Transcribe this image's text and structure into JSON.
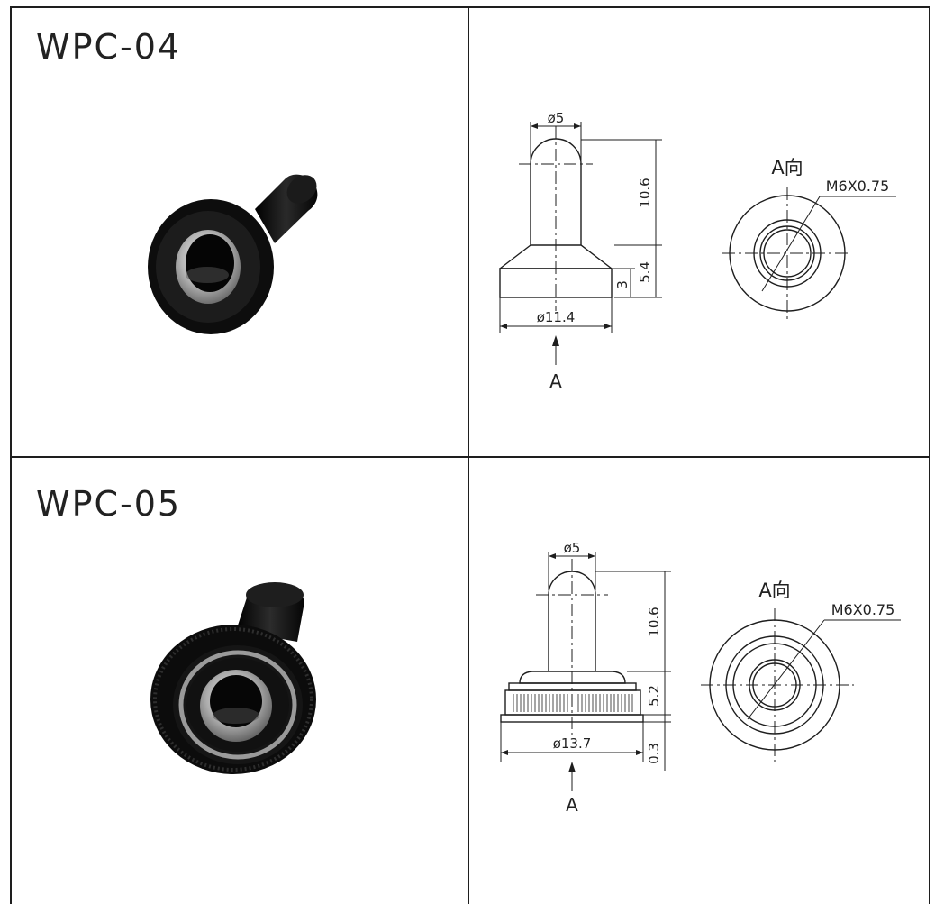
{
  "products": [
    {
      "model": "WPC-04",
      "drawing": {
        "top_diameter": "ø5",
        "height_label": "10.6",
        "base_height_label": "5.4",
        "flange_height_label": "3",
        "base_diameter": "ø11.4",
        "view_arrow_label": "A",
        "view_label": "A向",
        "thread_label": "M6X0.75"
      }
    },
    {
      "model": "WPC-05",
      "drawing": {
        "top_diameter": "ø5",
        "height_label": "10.6",
        "base_height_label": "5.2",
        "flange_height_label": "0.3",
        "base_diameter": "ø13.7",
        "view_arrow_label": "A",
        "view_label": "A向",
        "thread_label": "M6X0.75"
      }
    }
  ],
  "colors": {
    "line": "#1e1e1e",
    "rubber": "#121212",
    "metal": "#a9a9a9"
  }
}
